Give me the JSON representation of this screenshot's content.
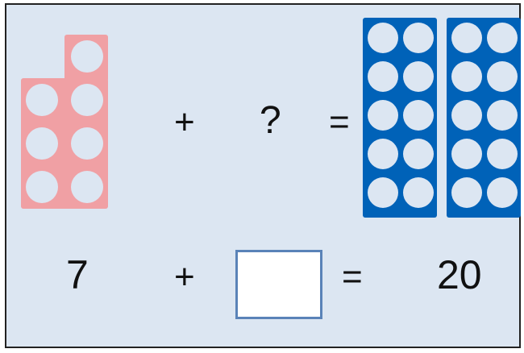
{
  "top_equation": {
    "plus": "+",
    "unknown": "?",
    "equals": "="
  },
  "bottom_equation": {
    "addend": "7",
    "plus": "+",
    "answer_value": "",
    "equals": "=",
    "total": "20"
  },
  "shapes": {
    "pink_numicon_icon": "numicon-seven-icon",
    "blue_numicon_icons": [
      "numicon-ten-icon",
      "numicon-ten-icon"
    ],
    "pink_color": "#f0a0a4",
    "blue_color": "#0062b8",
    "background_color": "#dce6f2",
    "pink_holes": 7,
    "blue_holes_each": 10
  }
}
